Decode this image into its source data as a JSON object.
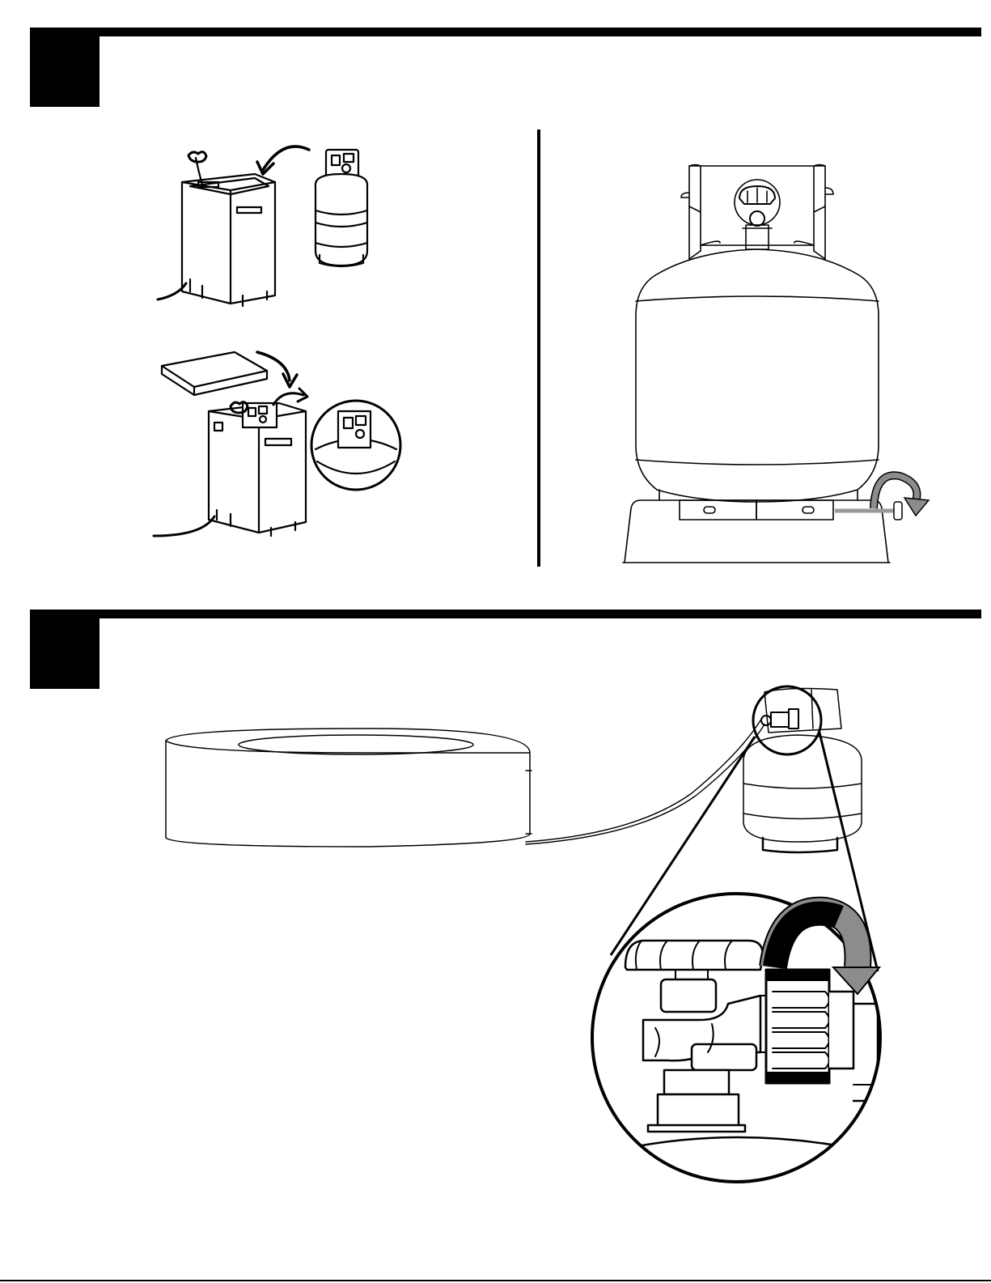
{
  "steps": [
    {
      "id": "step-1",
      "number": ""
    },
    {
      "id": "step-2",
      "number": ""
    }
  ],
  "colors": {
    "ink": "#000000",
    "paper": "#ffffff",
    "arrow_gray": "#8c8c8c",
    "hose_gray": "#999999"
  },
  "illustrations": [
    {
      "id": "place-tank-in-enclosure",
      "icon": "propane-tank-icon"
    },
    {
      "id": "close-enclosure-lid",
      "icon": "enclosure-lid-icon"
    },
    {
      "id": "tank-with-collar",
      "icon": "propane-tank-icon"
    },
    {
      "id": "connect-hose-to-fire-pit",
      "icon": "fire-pit-icon"
    },
    {
      "id": "tighten-regulator-detail",
      "icon": "rotate-clockwise-icon"
    }
  ]
}
